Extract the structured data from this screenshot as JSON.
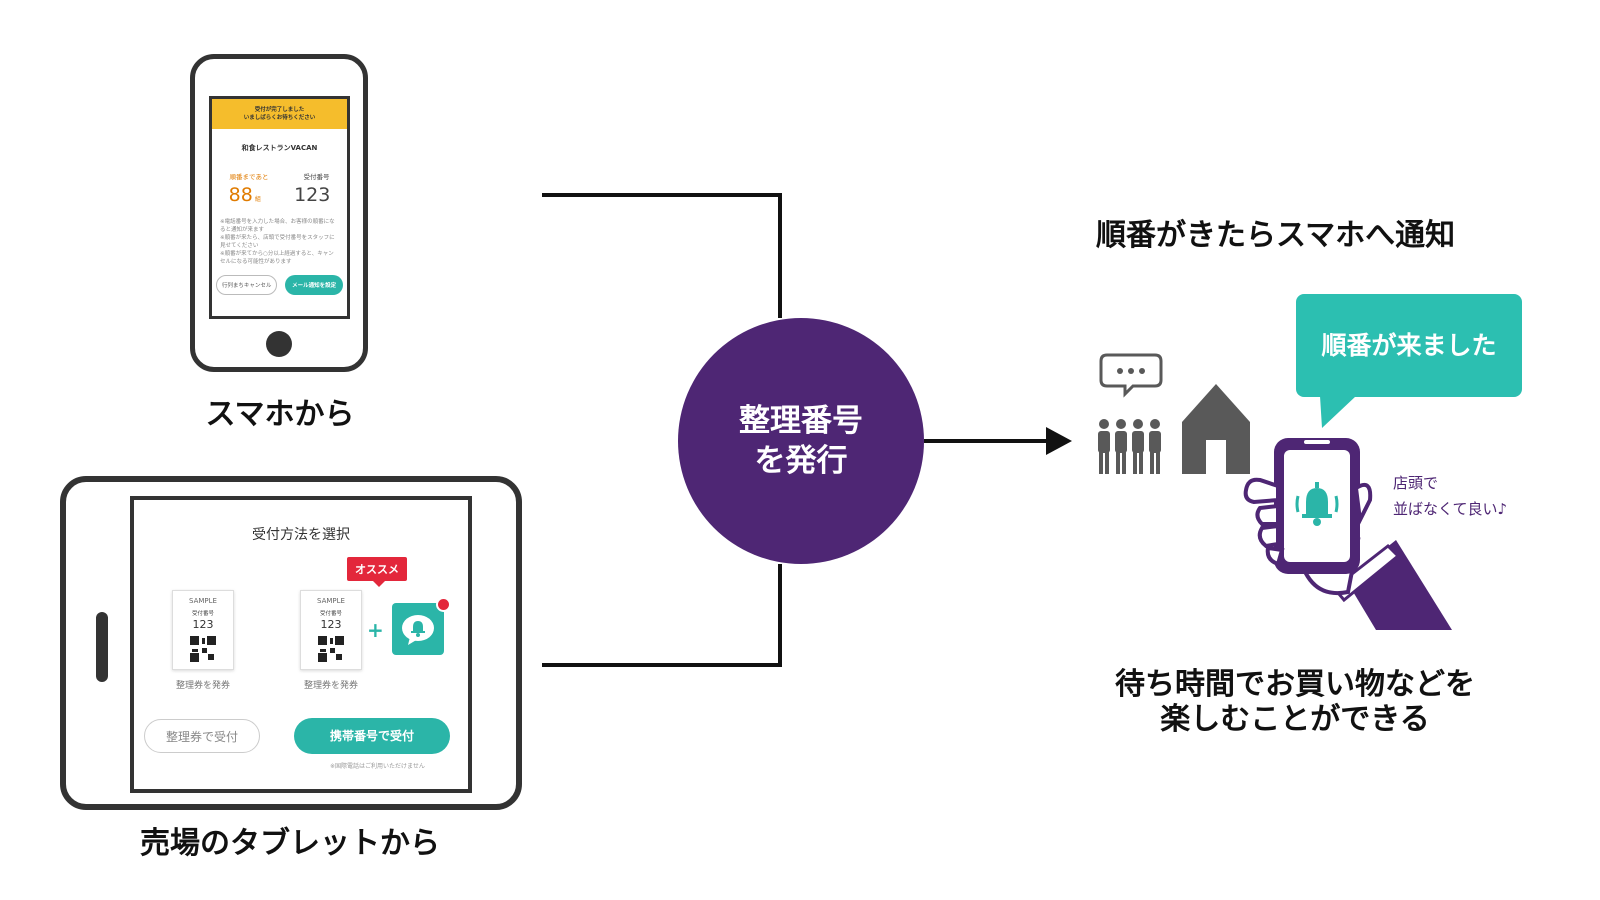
{
  "smartphone": {
    "banner_line1": "受付が完了しました",
    "banner_line2": "いましばらくお待ちください",
    "restaurant_name": "和食レストランVACAN",
    "queue_label": "順番まであと",
    "queue_count": "88",
    "queue_unit": "組",
    "ticket_label": "受付番号",
    "ticket_number": "123",
    "note_1": "※電話番号を入力した場合、お客様の順番になると通知が来ます",
    "note_2": "※順番が来たら、店頭で受付番号をスタッフに見せてください",
    "note_3": "※順番が来てから○分以上経過すると、キャンセルになる可能性があります",
    "cancel_button": "行列まちキャンセル",
    "mail_button": "メール通知を設定",
    "caption": "スマホから"
  },
  "tablet": {
    "title": "受付方法を選択",
    "recommended_badge": "オススメ",
    "ticket_sample": "SAMPLE",
    "ticket_label": "受付番号",
    "ticket_number": "123",
    "ticket_caption": "整理券を発券",
    "plus": "+",
    "paper_button": "整理券で受付",
    "phone_button": "携帯番号で受付",
    "intl_note": "※国際電話はご利用いただけません",
    "caption": "売場のタブレットから"
  },
  "center": {
    "line1": "整理番号",
    "line2": "を発行"
  },
  "result": {
    "heading": "順番がきたらスマホへ通知",
    "bubble": "順番が来ました",
    "shop_line1": "店頭で",
    "shop_line2": "並ばなくて良い♪",
    "bottom_line1": "待ち時間でお買い物などを",
    "bottom_line2": "楽しむことができる"
  },
  "colors": {
    "purple": "#4e2674",
    "teal": "#2bb5a8",
    "yellow": "#f5bd2c",
    "red": "#e3273b",
    "gray": "#595959"
  }
}
